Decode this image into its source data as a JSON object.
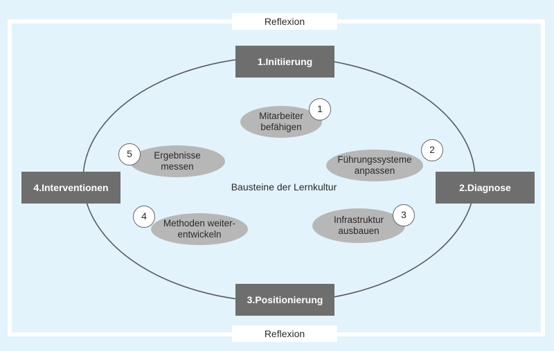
{
  "reflexion": {
    "top": "Reflexion",
    "bottom": "Reflexion"
  },
  "phases": {
    "p1": "1.Initiierung",
    "p2": "2.Diagnose",
    "p3": "3.Positionierung",
    "p4": "4.Interventionen"
  },
  "center": "Bausteine der Lernkultur",
  "blocks": [
    {
      "number": "1",
      "line1": "Mitarbeiter",
      "line2": "befähigen"
    },
    {
      "number": "2",
      "line1": "Führungssysteme",
      "line2": "anpassen"
    },
    {
      "number": "3",
      "line1": "Infrastruktur",
      "line2": "ausbauen"
    },
    {
      "number": "4",
      "line1": "Methoden weiter-",
      "line2": "entwickeln"
    },
    {
      "number": "5",
      "line1": "Ergebnisse",
      "line2": "messen"
    }
  ],
  "colors": {
    "background": "#e2f3fc",
    "frame": "#ffffff",
    "phase_box": "#6e6e6e",
    "block_pill": "#b7b7b7",
    "ellipse_stroke": "#5a5a5a"
  }
}
